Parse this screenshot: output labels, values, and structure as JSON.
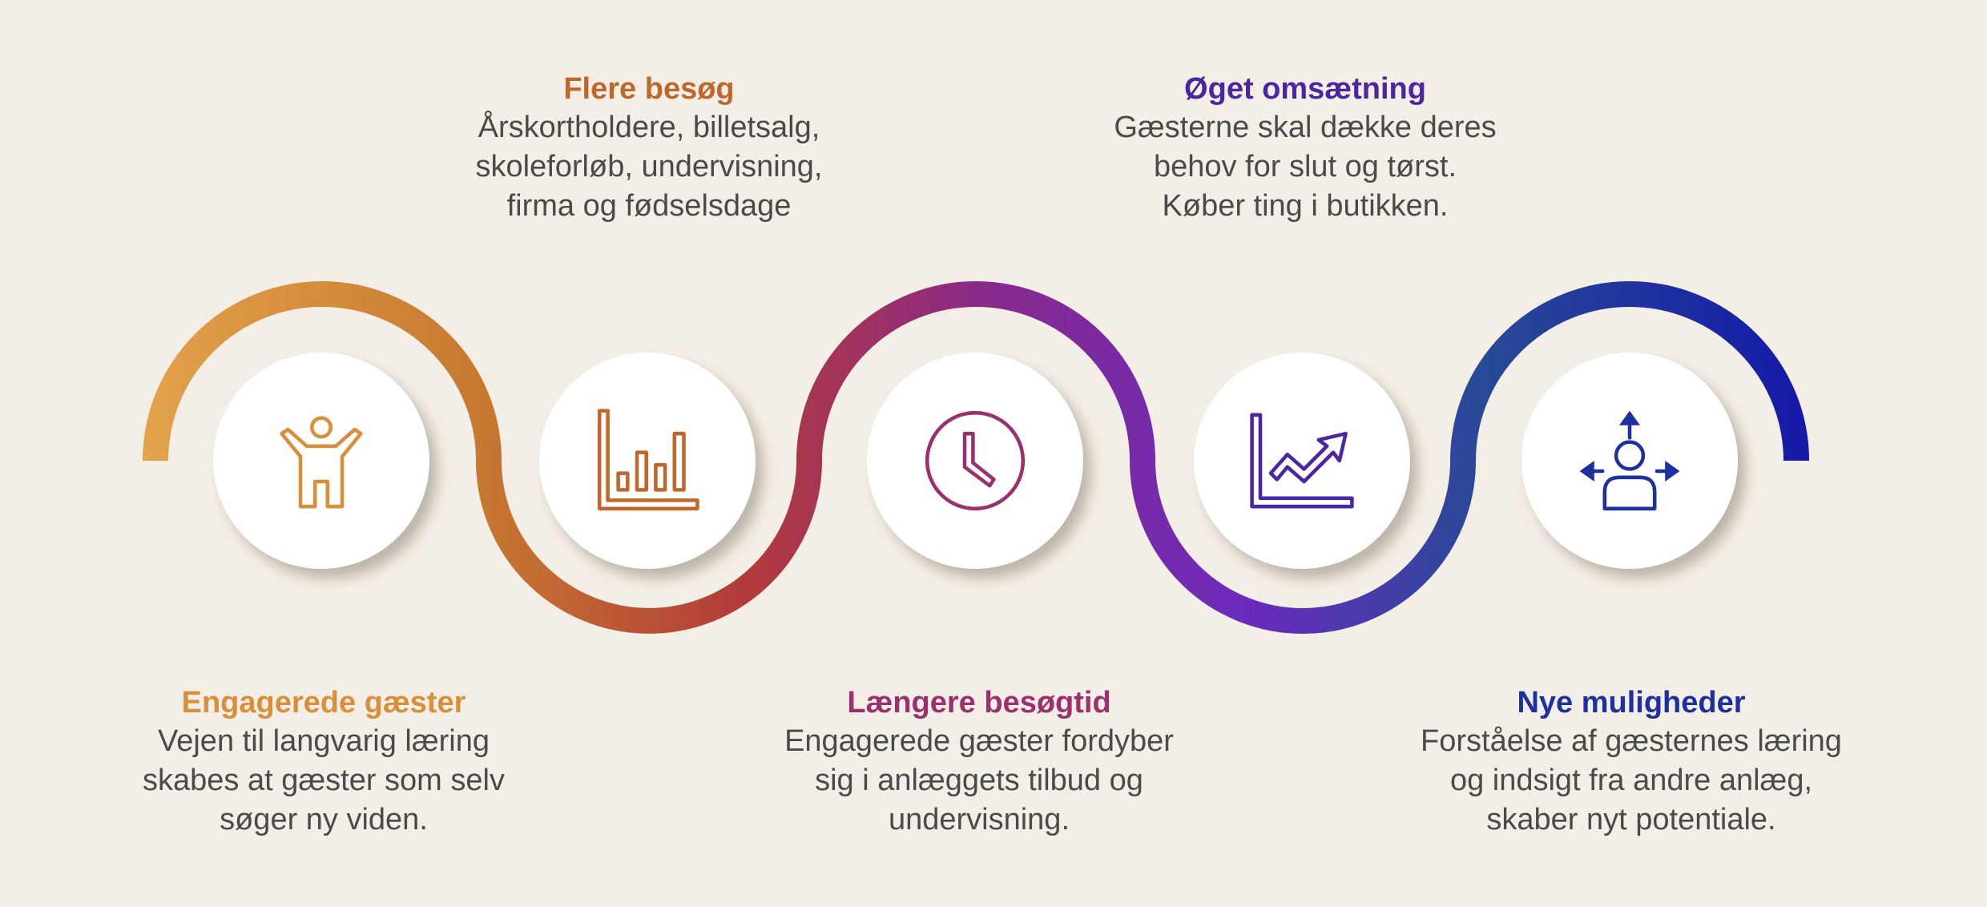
{
  "colors": {
    "background": "#f4efe6",
    "gradient": [
      "#e3a24c",
      "#c7792f",
      "#b23a3a",
      "#8a2a8a",
      "#6a2bbd",
      "#274a96",
      "#1517a8"
    ]
  },
  "steps": [
    {
      "icon": "person-arms-raised-icon",
      "color": "#d98f3a",
      "title": "Engagerede gæster",
      "text": "Vejen til langvarig læring\nskabes at gæster som selv\nsøger ny viden."
    },
    {
      "icon": "bar-chart-icon",
      "color": "#c0682c",
      "title": "Flere besøg",
      "text": "Årskortholdere, billetsalg,\nskoleforløb, undervisning,\nfirma og fødselsdage"
    },
    {
      "icon": "clock-icon",
      "color": "#9c2f6e",
      "title": "Længere besøgtid",
      "text": "Engagerede gæster fordyber\nsig i anlæggets tilbud og\nundervisning."
    },
    {
      "icon": "trend-up-chart-icon",
      "color": "#4a26a0",
      "title": "Øget omsætning",
      "text": "Gæsterne skal dække deres\nbehov for slut og tørst.\nKøber ting i butikken."
    },
    {
      "icon": "person-directions-icon",
      "color": "#1e2f9e",
      "title": "Nye muligheder",
      "text": "Forståelse af gæsternes læring\nog indsigt fra andre anlæg,\nskaber nyt potentiale."
    }
  ]
}
